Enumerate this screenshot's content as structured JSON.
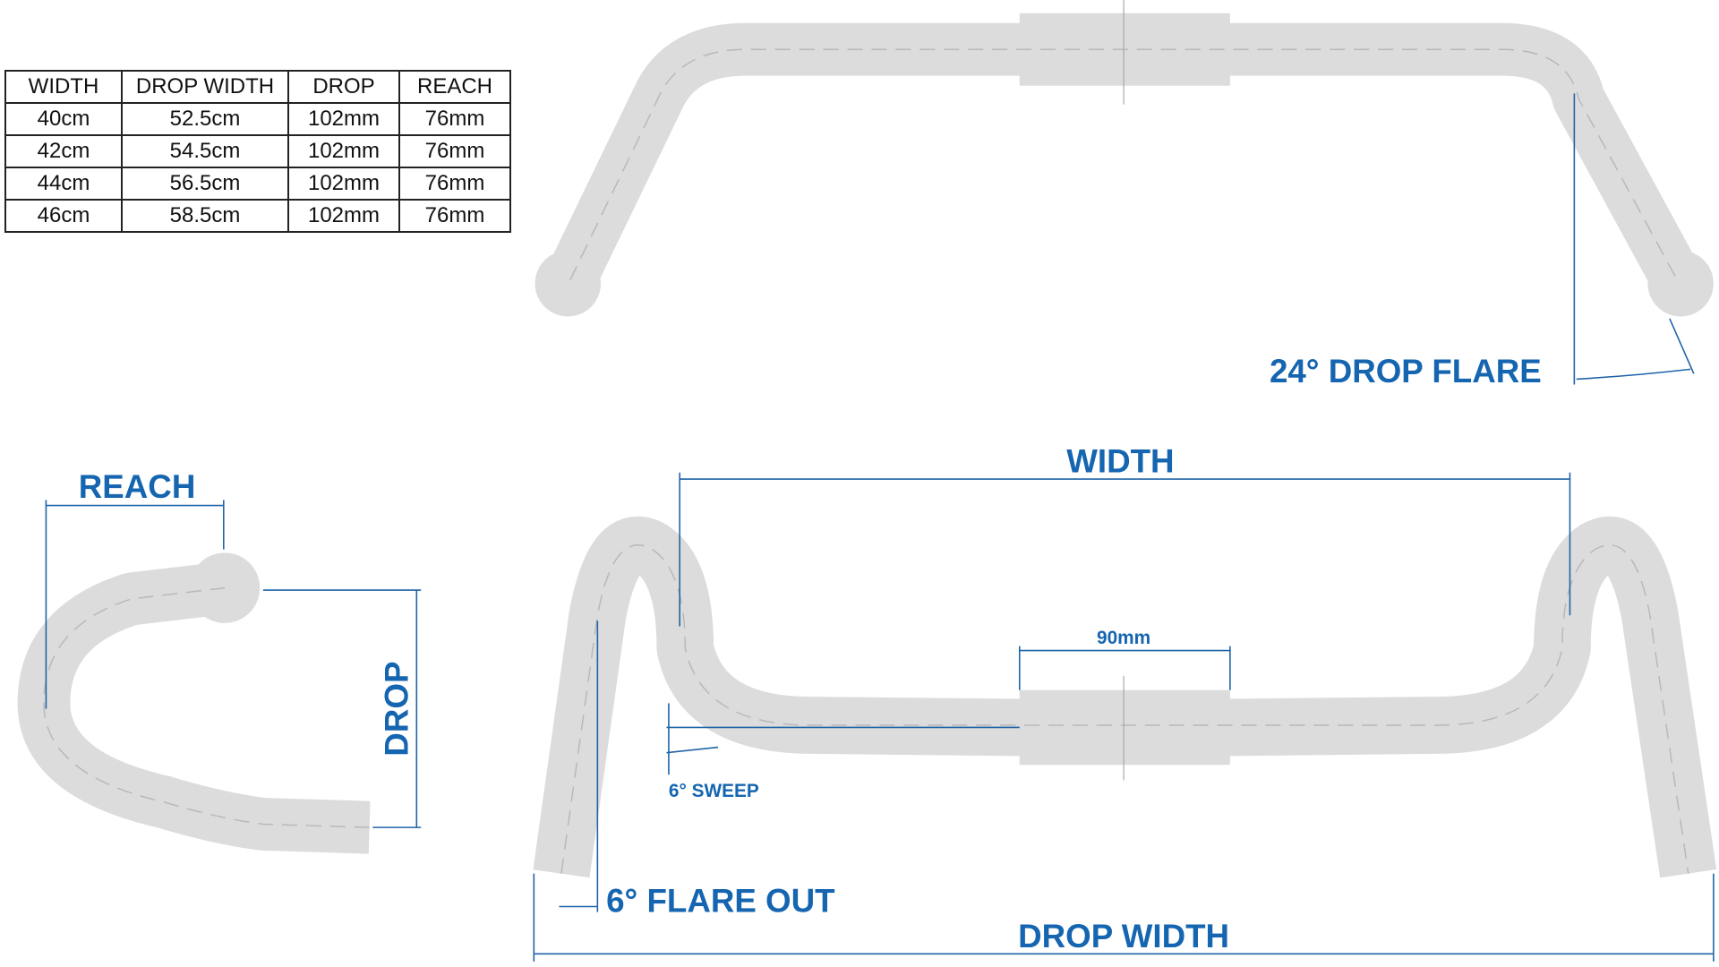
{
  "table": {
    "headers": [
      "WIDTH",
      "DROP WIDTH",
      "DROP",
      "REACH"
    ],
    "rows": [
      [
        "40cm",
        "52.5cm",
        "102mm",
        "76mm"
      ],
      [
        "42cm",
        "54.5cm",
        "102mm",
        "76mm"
      ],
      [
        "44cm",
        "56.5cm",
        "102mm",
        "76mm"
      ],
      [
        "46cm",
        "58.5cm",
        "102mm",
        "76mm"
      ]
    ]
  },
  "labels": {
    "drop_flare": "24° DROP FLARE",
    "width": "WIDTH",
    "clamp": "90mm",
    "sweep": "6° SWEEP",
    "flare_out": "6° FLARE OUT",
    "drop_width": "DROP WIDTH",
    "reach": "REACH",
    "drop": "DROP"
  },
  "colors": {
    "accent": "#1565b0",
    "bar": "#dcdcdc"
  }
}
